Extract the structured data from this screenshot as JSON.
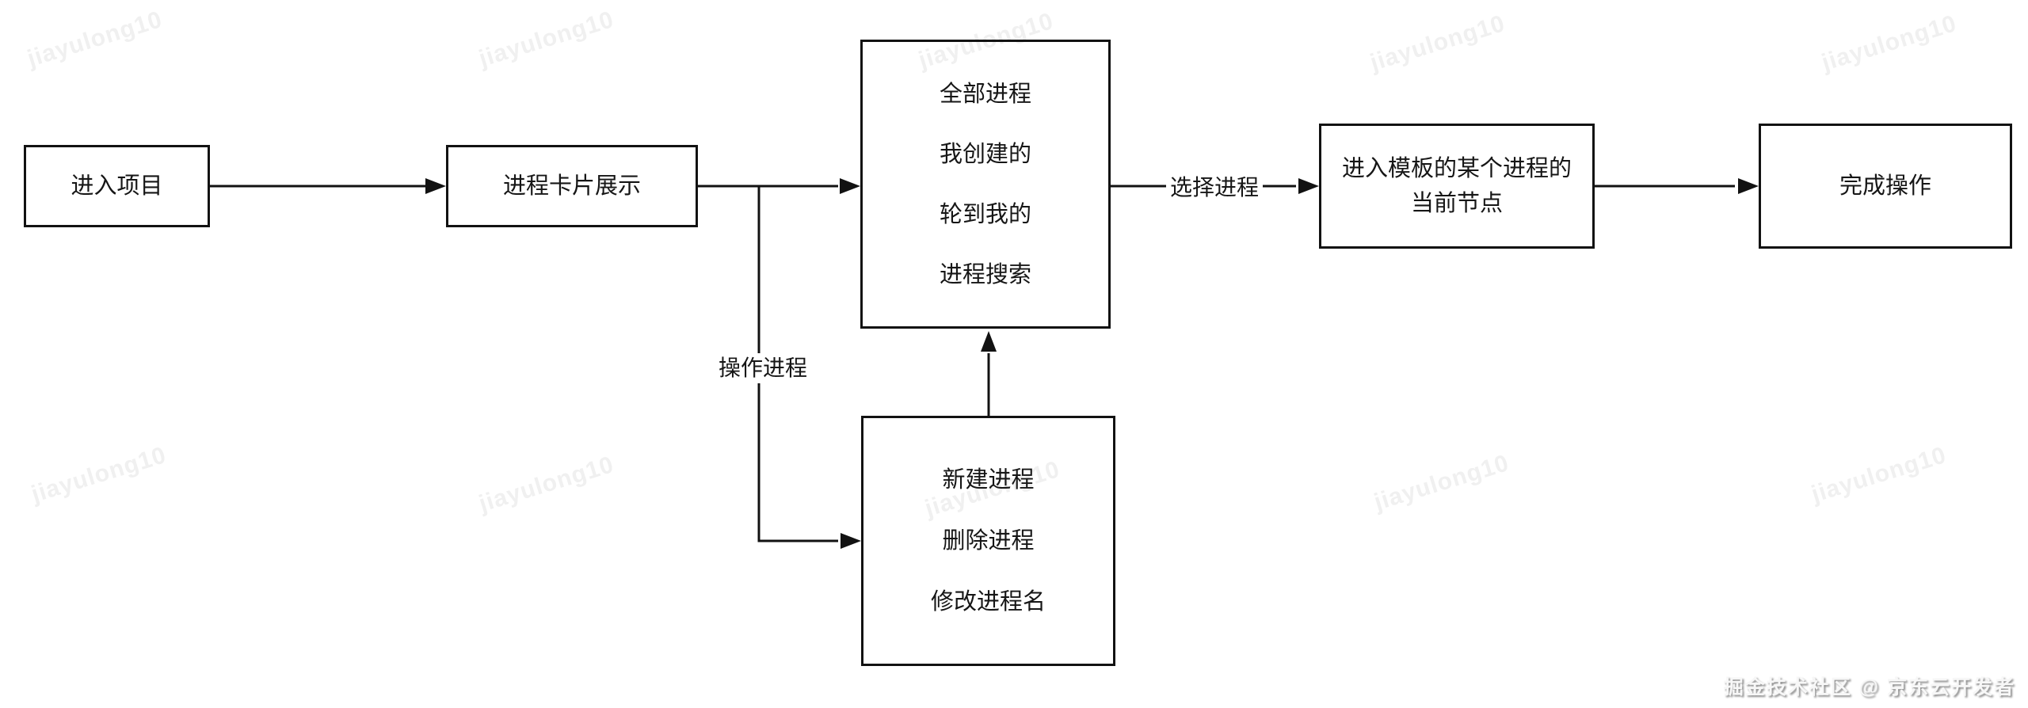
{
  "watermark": {
    "text": "jiayulong10",
    "color": "#f0f0f0"
  },
  "attribution": {
    "text": "掘金技术社区 @ 京东云开发者"
  },
  "diagram": {
    "type": "flowchart",
    "stroke_color": "#121212",
    "nodes": [
      {
        "id": "enter-project",
        "label": "进入项目"
      },
      {
        "id": "process-cards",
        "label": "进程卡片展示"
      },
      {
        "id": "process-list",
        "lines": [
          "全部进程",
          "我创建的",
          "轮到我的",
          "进程搜索"
        ]
      },
      {
        "id": "template-node",
        "lines": [
          "进入模板的某个进程的",
          "当前节点"
        ]
      },
      {
        "id": "complete-operation",
        "label": "完成操作"
      },
      {
        "id": "operate-menu",
        "lines": [
          "新建进程",
          "删除进程",
          "修改进程名"
        ]
      }
    ],
    "edges": {
      "select": {
        "label": "选择进程"
      },
      "operate": {
        "label": "操作进程"
      }
    }
  }
}
